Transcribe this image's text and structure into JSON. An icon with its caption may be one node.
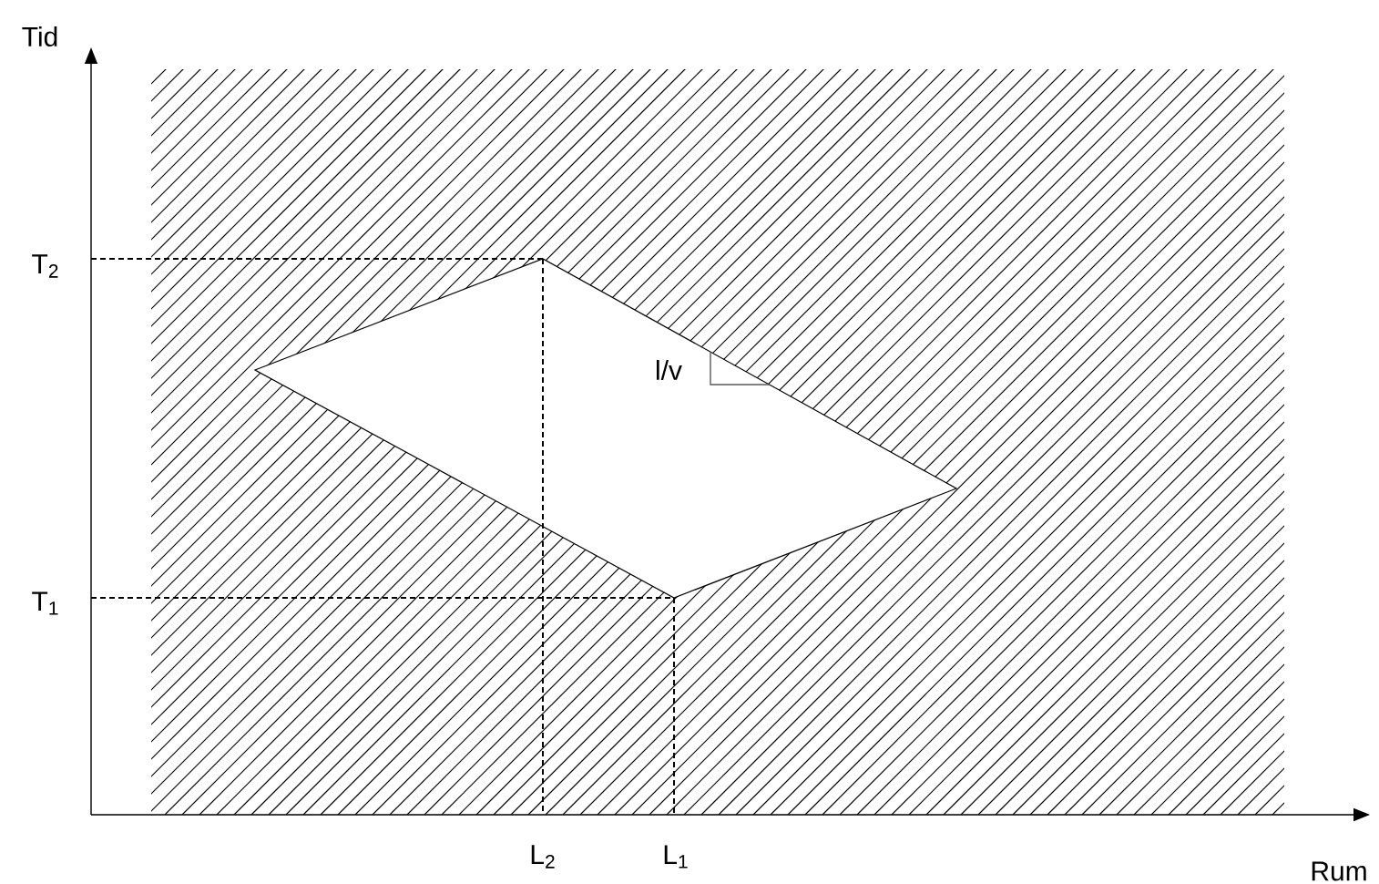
{
  "diagram": {
    "labels": [
      "Tid",
      "T$_{2}$",
      "l/v",
      "T$_{1}$",
      "L$_{2}$",
      "L$_{1}$",
      "Rum"
    ]
  }
}
